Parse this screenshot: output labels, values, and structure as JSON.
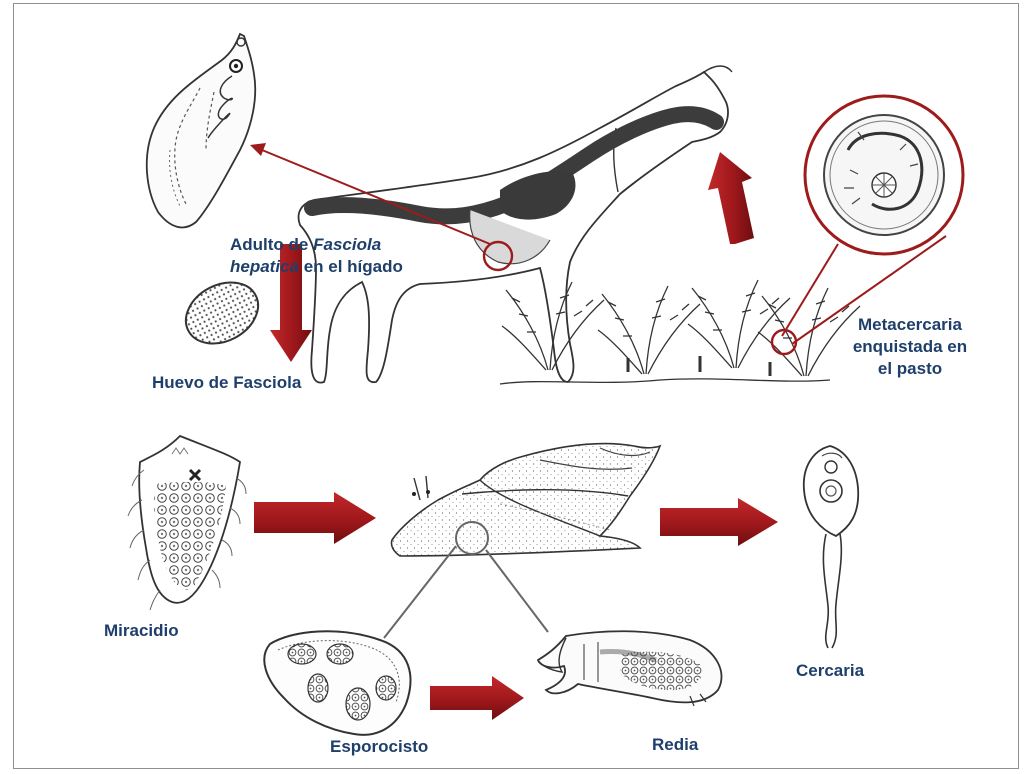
{
  "labels": {
    "adult_line1_prefix": "Adulto de ",
    "adult_line1_italic": "Fasciola",
    "adult_line2_italic": "hepatica",
    "adult_line2_suffix": " en el hígado",
    "egg": "Huevo de Fasciola",
    "metacercaria_line1": "Metacercaria",
    "metacercaria_line2": "enquistada en",
    "metacercaria_line3": "el  pasto",
    "miracidium": "Miracidio",
    "sporocyst": "Esporocisto",
    "redia": "Redia",
    "cercaria": "Cercaria"
  },
  "colors": {
    "arrow": "#a31b1f",
    "label_text": "#1f3f6b",
    "outline": "#333333",
    "highlight_circle": "#9e1b1b"
  }
}
